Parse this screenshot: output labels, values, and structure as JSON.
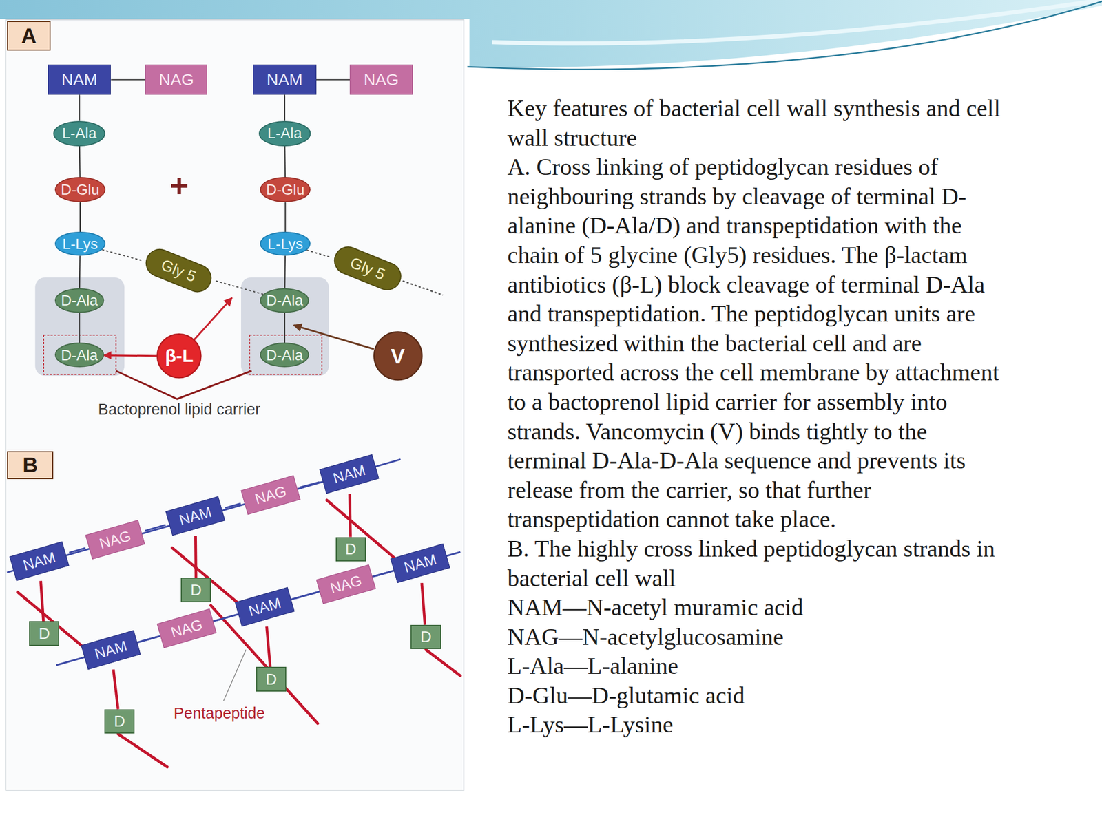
{
  "diagram": {
    "caption": "Key features of bacterial cell wall synthesis and cell wall structure",
    "nodes": [
      {
        "text": [
          "A"
        ]
      },
      {
        "text": [
          "NAM"
        ]
      },
      {
        "text": [
          "NAG"
        ]
      },
      {
        "text": [
          "NAM"
        ]
      },
      {
        "text": [
          "NAG"
        ]
      },
      {
        "text": [
          "L-Ala"
        ]
      },
      {
        "text": [
          "L-Ala"
        ]
      },
      {
        "text": [
          "D-Glu"
        ]
      },
      {
        "text": [
          "D-Glu"
        ]
      },
      {
        "text": [
          "L-Lys"
        ]
      },
      {
        "text": [
          "Gly 5"
        ]
      },
      {
        "text": [
          "L-Lys"
        ]
      },
      {
        "text": [
          "Gly 5"
        ]
      },
      {
        "text": [
          "D-Ala"
        ]
      },
      {
        "text": [
          "D-Ala"
        ]
      },
      {
        "text": [
          "D-Ala"
        ]
      },
      {
        "text": [
          "β-L"
        ]
      },
      {
        "text": [
          "D-Ala"
        ]
      },
      {
        "text": [
          "V"
        ]
      },
      {
        "text": [
          "B"
        ]
      },
      {
        "text": [
          "NAM"
        ]
      },
      {
        "text": [
          "NAG"
        ]
      },
      {
        "text": [
          "NAM"
        ]
      },
      {
        "text": [
          "NAG"
        ]
      },
      {
        "text": [
          "NAM"
        ]
      },
      {
        "text": [
          "NAM"
        ]
      },
      {
        "text": [
          "NAG"
        ]
      },
      {
        "text": [
          "NAM"
        ]
      },
      {
        "text": [
          "NAG"
        ]
      },
      {
        "text": [
          "NAM"
        ]
      },
      {
        "text": [
          "D"
        ]
      },
      {
        "text": [
          "D"
        ]
      },
      {
        "text": [
          "D"
        ]
      },
      {
        "text": [
          "D"
        ]
      },
      {
        "text": [
          "D"
        ]
      },
      {
        "text": [
          "D"
        ]
      }
    ],
    "edges": [
      {
        "from": 1,
        "to": 2,
        "arrow": "none"
      },
      {
        "from": 3,
        "to": 4,
        "arrow": "none"
      },
      {
        "from": 1,
        "to": 5,
        "arrow": "none"
      },
      {
        "from": 5,
        "to": 7,
        "arrow": "none"
      },
      {
        "from": 7,
        "to": 9,
        "arrow": "none"
      },
      {
        "from": 9,
        "to": 13,
        "arrow": "none"
      },
      {
        "from": 13,
        "to": 15,
        "arrow": "none"
      },
      {
        "from": 3,
        "to": 6,
        "arrow": "none"
      },
      {
        "from": 6,
        "to": 8,
        "arrow": "none"
      },
      {
        "from": 8,
        "to": 11,
        "arrow": "none"
      },
      {
        "from": 11,
        "to": 14,
        "arrow": "none"
      },
      {
        "from": 14,
        "to": 17,
        "arrow": "none"
      },
      {
        "from": 9,
        "to": 10,
        "arrow": "none"
      },
      {
        "from": 10,
        "to": 14,
        "arrow": "none"
      },
      {
        "from": 11,
        "to": 12,
        "arrow": "none"
      },
      {
        "from": 16,
        "to": 15,
        "arrow": "to"
      },
      {
        "from": 20,
        "to": 21,
        "arrow": "none"
      },
      {
        "from": 21,
        "to": 22,
        "arrow": "none"
      },
      {
        "from": 22,
        "to": 23,
        "arrow": "none"
      },
      {
        "from": 23,
        "to": 24,
        "arrow": "none"
      },
      {
        "from": 25,
        "to": 26,
        "arrow": "none"
      },
      {
        "from": 26,
        "to": 27,
        "arrow": "none"
      },
      {
        "from": 27,
        "to": 28,
        "arrow": "none"
      },
      {
        "from": 28,
        "to": 29,
        "arrow": "none"
      },
      {
        "from": 20,
        "to": 30,
        "arrow": "none"
      },
      {
        "from": 22,
        "to": 31,
        "arrow": "none"
      },
      {
        "from": 24,
        "to": 32,
        "arrow": "none"
      },
      {
        "from": 25,
        "to": 33,
        "arrow": "none"
      },
      {
        "from": 27,
        "to": 34,
        "arrow": "none"
      },
      {
        "from": 29,
        "to": 35,
        "arrow": "none"
      }
    ],
    "labels": [
      "+",
      "Bactoprenol lipid carrier",
      "Pentapeptide",
      "A. Cross linking of peptidoglycan residues of neighbouring strands by cleavage of terminal D-alanine (D-Ala/D) and transpeptidation with the chain of 5 glycine (Gly5) residues. The β-lactam antibiotics (β-L) block cleavage of terminal D-Ala and transpeptidation. The peptidoglycan units are synthesized within the bacterial cell and are transported across the cell membrane by attachment to a bactoprenol lipid carrier for assembly into strands. Vancomycin (V) binds tightly to the terminal D-Ala-D-Ala sequence and prevents its release from the carrier, so that further transpeptidation cannot take place.",
      "B. The highly cross linked peptidoglycan strands in bacterial cell wall",
      "NAM—N-acetyl muramic acid",
      "NAG—N-acetylglucosamine",
      "L-Ala—L-alanine",
      "D-Glu—D-glutamic acid",
      "L-Lys—L-Lysine"
    ]
  }
}
